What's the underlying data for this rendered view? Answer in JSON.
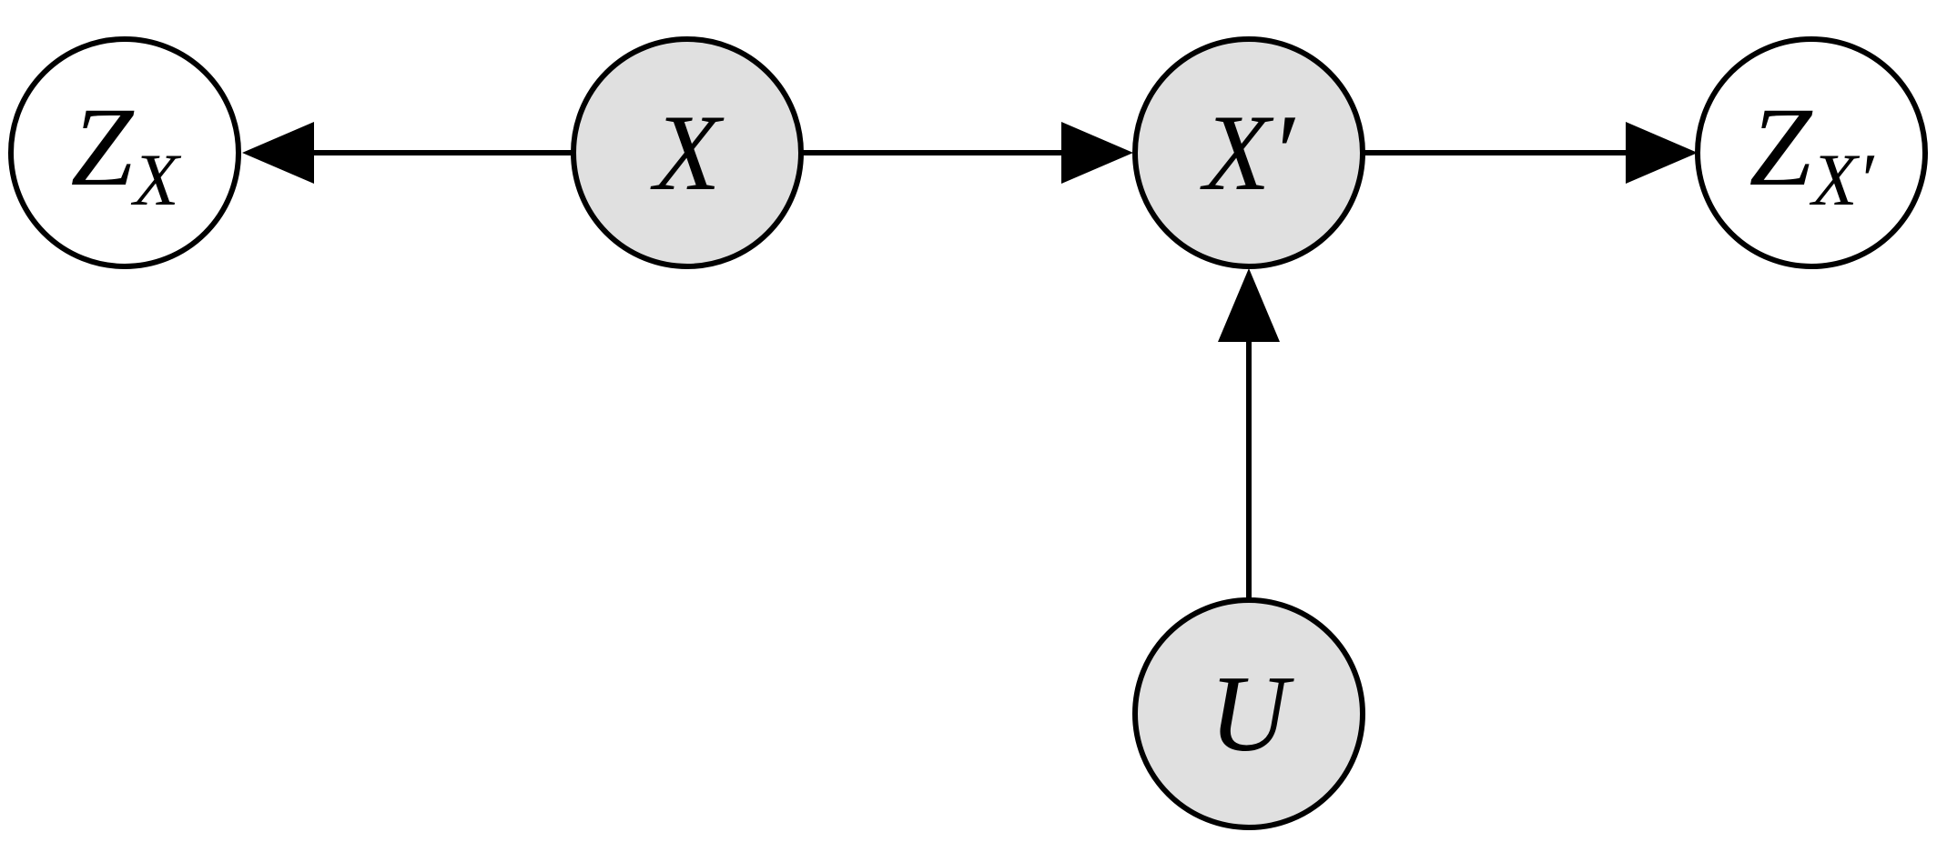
{
  "colors": {
    "observed_fill": "#e0e0e0",
    "latent_fill": "#ffffff",
    "stroke": "#000000"
  },
  "nodes": {
    "zx": {
      "main": "Z",
      "sub": "X",
      "shaded": false
    },
    "x": {
      "main": "X",
      "sub": "",
      "shaded": true
    },
    "xprime": {
      "main": "X′",
      "sub": "",
      "shaded": true
    },
    "zxprime": {
      "main": "Z",
      "sub": "X′",
      "shaded": false
    },
    "u": {
      "main": "U",
      "sub": "",
      "shaded": true
    }
  },
  "edges": [
    {
      "from": "x",
      "to": "zx"
    },
    {
      "from": "x",
      "to": "xprime"
    },
    {
      "from": "xprime",
      "to": "zxprime"
    },
    {
      "from": "u",
      "to": "xprime"
    }
  ]
}
